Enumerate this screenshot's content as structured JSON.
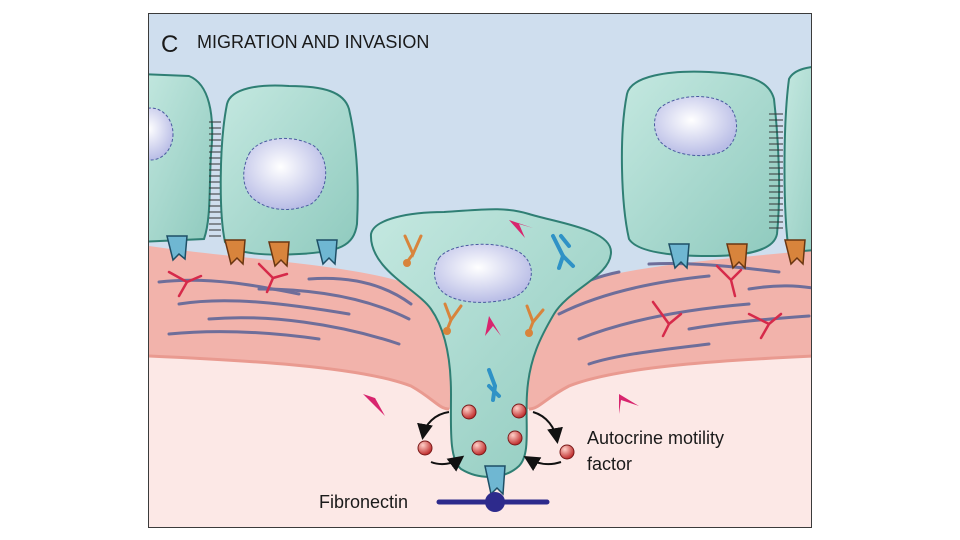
{
  "panel": {
    "letter": "C",
    "title": "MIGRATION AND INVASION"
  },
  "labels": {
    "autocrine_line1": "Autocrine motility",
    "autocrine_line2": "factor",
    "fibronectin": "Fibronectin"
  },
  "colors": {
    "sky": "#cfdeee",
    "basement_membrane": "#f2b3ab",
    "stroma": "#fce8e6",
    "cell_fill": "#a9d8cf",
    "cell_stroke": "#2f7f74",
    "nucleus": "#c7cbe9",
    "fiber": "#6e6e9a",
    "receptor_teal": "#6fb7d2",
    "receptor_orange": "#d8843c",
    "ligand_magenta": "#d8256e",
    "ligand_red": "#d62a4a",
    "motility_factor": "#d64a4a",
    "fibronectin": "#2d2a8c"
  }
}
